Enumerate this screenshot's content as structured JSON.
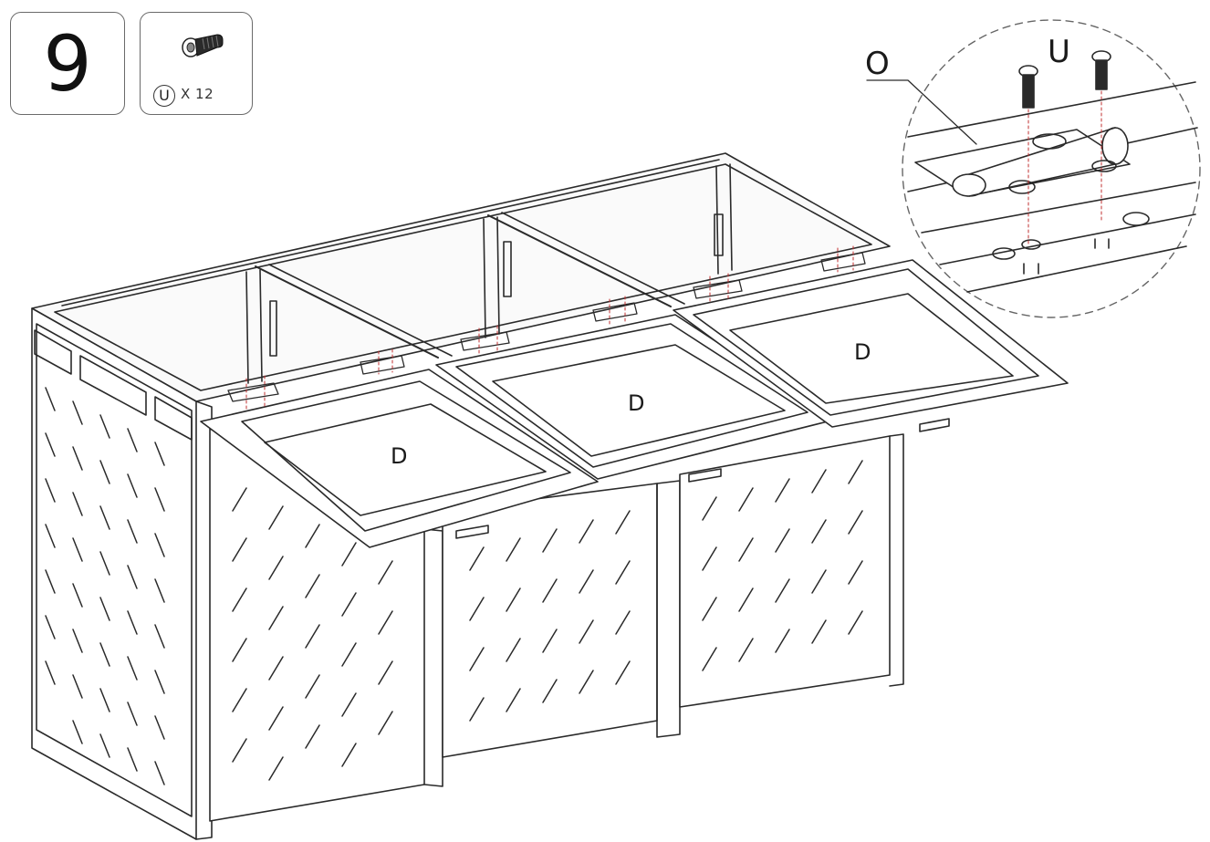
{
  "step": {
    "number": "9"
  },
  "parts": {
    "letter": "U",
    "quantity": "X 12",
    "icon": "screw-icon"
  },
  "labels": {
    "hinge": "O",
    "screw": "U",
    "lid_left": "D",
    "lid_middle": "D",
    "lid_right": "D"
  }
}
